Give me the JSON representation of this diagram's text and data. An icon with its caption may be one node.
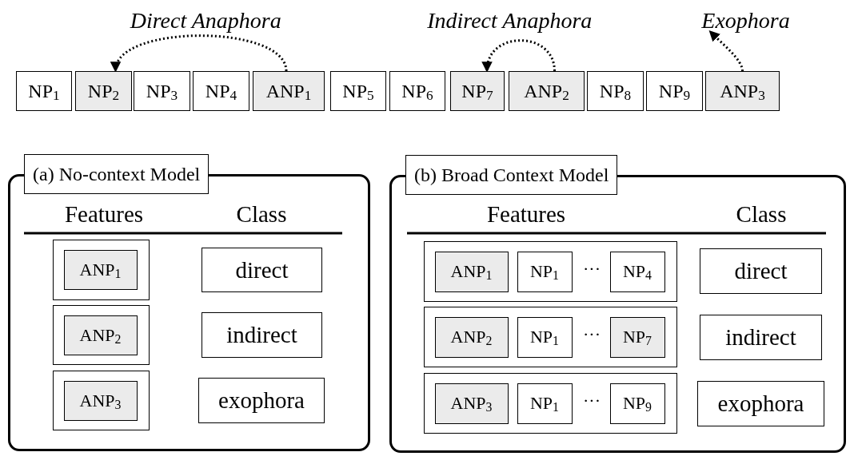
{
  "diagram": {
    "nodes": [
      {
        "text": [
          "NP$_{1}$"
        ]
      },
      {
        "text": [
          "NP$_{2}$"
        ]
      },
      {
        "text": [
          "NP$_{3}$"
        ]
      },
      {
        "text": [
          "NP$_{4}$"
        ]
      },
      {
        "text": [
          "ANP$_{1}$"
        ]
      },
      {
        "text": [
          "NP$_{5}$"
        ]
      },
      {
        "text": [
          "NP$_{6}$"
        ]
      },
      {
        "text": [
          "NP$_{7}$"
        ]
      },
      {
        "text": [
          "ANP$_{2}$"
        ]
      },
      {
        "text": [
          "NP$_{8}$"
        ]
      },
      {
        "text": [
          "NP$_{9}$"
        ]
      },
      {
        "text": [
          "ANP$_{3}$"
        ]
      },
      {
        "text": [
          "(a) No-context Model"
        ]
      },
      {
        "text": [],
        "shape": "box",
        "in": 12
      },
      {
        "text": [
          "ANP$_{1}$"
        ],
        "in": 13
      },
      {
        "text": [
          "direct"
        ],
        "in": 12
      },
      {
        "text": [],
        "shape": "box",
        "in": 12
      },
      {
        "text": [
          "ANP$_{2}$"
        ],
        "in": 16
      },
      {
        "text": [
          "indirect"
        ],
        "in": 12
      },
      {
        "text": [],
        "shape": "box",
        "in": 12
      },
      {
        "text": [
          "ANP$_{3}$"
        ],
        "in": 19
      },
      {
        "text": [
          "exophora"
        ],
        "in": 12
      },
      {
        "text": [
          "(b) Broad Context Model"
        ]
      },
      {
        "text": [
          "···"
        ],
        "in": 22
      },
      {
        "text": [
          "ANP$_{1}$"
        ],
        "in": 23
      },
      {
        "text": [
          "NP$_{1}$"
        ],
        "in": 23
      },
      {
        "text": [
          "NP$_{4}$"
        ],
        "in": 23
      },
      {
        "text": [
          "direct"
        ],
        "in": 22
      },
      {
        "text": [
          "···"
        ],
        "in": 22
      },
      {
        "text": [
          "ANP$_{2}$"
        ],
        "in": 28
      },
      {
        "text": [
          "NP$_{1}$"
        ],
        "in": 28
      },
      {
        "text": [
          "NP$_{7}$"
        ],
        "in": 28
      },
      {
        "text": [
          "indirect"
        ],
        "in": 22
      },
      {
        "text": [
          "···"
        ],
        "in": 22
      },
      {
        "text": [
          "ANP$_{3}$"
        ],
        "in": 33
      },
      {
        "text": [
          "NP$_{1}$"
        ],
        "in": 33
      },
      {
        "text": [
          "NP$_{9}$"
        ],
        "in": 33
      },
      {
        "text": [
          "exophora"
        ],
        "in": 22
      }
    ],
    "edges": [
      {
        "from": 4,
        "to": 1,
        "arrow": "to",
        "style": "dashed",
        "label": "Direct Anaphora"
      },
      {
        "from": 8,
        "to": 7,
        "arrow": "to",
        "style": "dashed",
        "label": "Indirect Anaphora"
      },
      {
        "from": 11,
        "to": null,
        "arrow": "to",
        "style": "dashed",
        "label": "Exophora"
      }
    ],
    "labels": [
      "Features",
      "Class",
      "Features",
      "Class"
    ]
  }
}
